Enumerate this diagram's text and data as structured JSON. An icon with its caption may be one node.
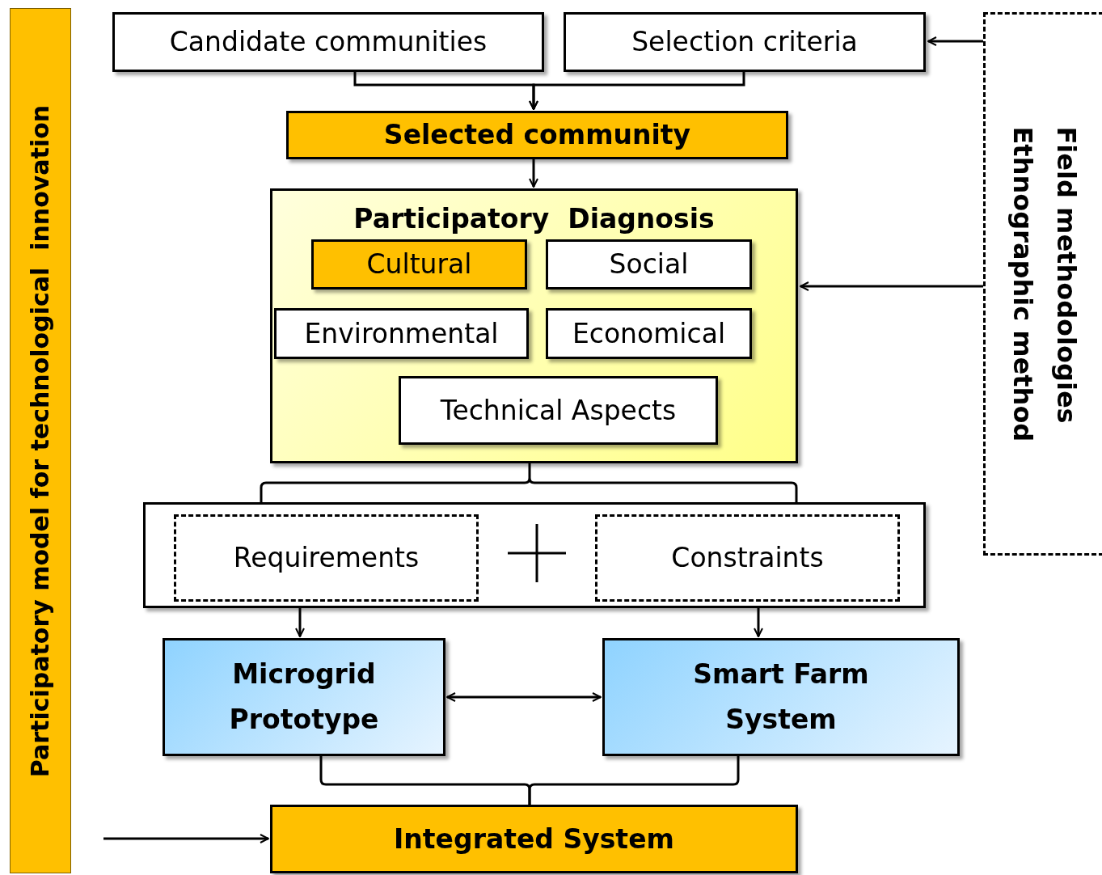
{
  "diagram": {
    "nodes": [
      {
        "text": [
          "Participatory model for technological  innovation"
        ]
      },
      {
        "text": [
          "Candidate communities"
        ]
      },
      {
        "text": [
          "Selection criteria"
        ]
      },
      {
        "text": [
          "Selected community"
        ]
      },
      {
        "text": [
          "Participatory  Diagnosis"
        ]
      },
      {
        "text": [
          "Cultural"
        ],
        "in": 4
      },
      {
        "text": [
          "Social"
        ],
        "in": 4
      },
      {
        "text": [
          "Environmental"
        ],
        "in": 4
      },
      {
        "text": [
          "Economical"
        ],
        "in": 4
      },
      {
        "text": [
          "Technical Aspects"
        ],
        "in": 4
      },
      {
        "text": [],
        "shape": "box"
      },
      {
        "text": [
          "Requirements"
        ],
        "in": 10
      },
      {
        "text": [
          "Constraints"
        ],
        "in": 10
      },
      {
        "text": [
          "Microgrid Prototype"
        ]
      },
      {
        "text": [
          "Smart Farm System"
        ]
      },
      {
        "text": [
          "Integrated System"
        ]
      },
      {
        "text": [
          "Field methodologies",
          "Ethnographic method"
        ]
      }
    ],
    "edges": [
      {
        "from": 1,
        "to": 3,
        "arrow": "to"
      },
      {
        "from": 2,
        "to": 3,
        "arrow": "to"
      },
      {
        "from": 3,
        "to": 4,
        "arrow": "to"
      },
      {
        "from": 4,
        "to": 10,
        "arrow": "none"
      },
      {
        "from": 10,
        "to": 13,
        "arrow": "to"
      },
      {
        "from": 10,
        "to": 14,
        "arrow": "to"
      },
      {
        "from": 13,
        "to": 14,
        "arrow": "both"
      },
      {
        "from": 13,
        "to": 15,
        "arrow": "none"
      },
      {
        "from": 14,
        "to": 15,
        "arrow": "none"
      },
      {
        "from": 16,
        "to": 2,
        "arrow": "to"
      },
      {
        "from": 16,
        "to": 4,
        "arrow": "to"
      },
      {
        "from": null,
        "to": 15,
        "arrow": "to"
      }
    ]
  }
}
